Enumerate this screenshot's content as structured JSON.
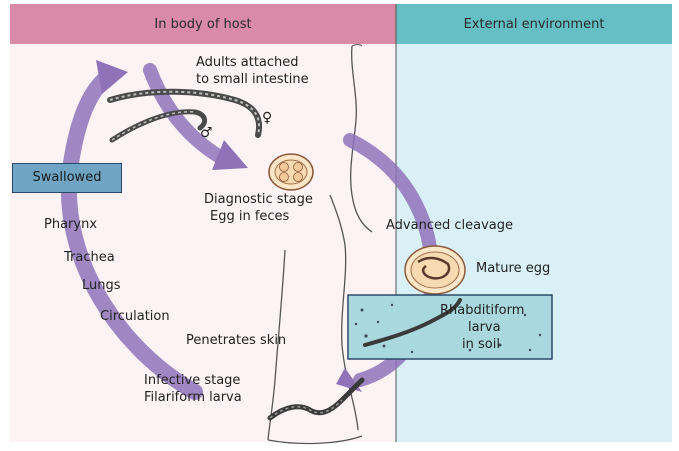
{
  "colors": {
    "host_header": "#d98aa6",
    "env_header": "#66bfc4",
    "host_bg": "#fdf3f5",
    "env_bg": "#d9f0f7",
    "arrow": "#8f72b8",
    "swallowed_box": "#6fa4c4",
    "soil_box": "#a9d8df"
  },
  "header": {
    "host": "In body of host",
    "environment": "External environment"
  },
  "labels": {
    "adults_line1": "Adults attached",
    "adults_line2": "to small intestine",
    "female_symbol": "♀",
    "male_symbol": "♂",
    "diagnostic_line1": "Diagnostic stage",
    "diagnostic_line2": "Egg in feces",
    "swallowed": "Swallowed",
    "pharynx": "Pharynx",
    "trachea": "Trachea",
    "lungs": "Lungs",
    "circulation": "Circulation",
    "penetrates": "Penetrates skin",
    "infective_line1": "Infective stage",
    "infective_line2": "Filariform larva",
    "advanced": "Advanced cleavage",
    "mature": "Mature egg",
    "rhabditiform_line1": "Rhabditiform",
    "rhabditiform_line2": "larva",
    "rhabditiform_line3": "in soil"
  }
}
